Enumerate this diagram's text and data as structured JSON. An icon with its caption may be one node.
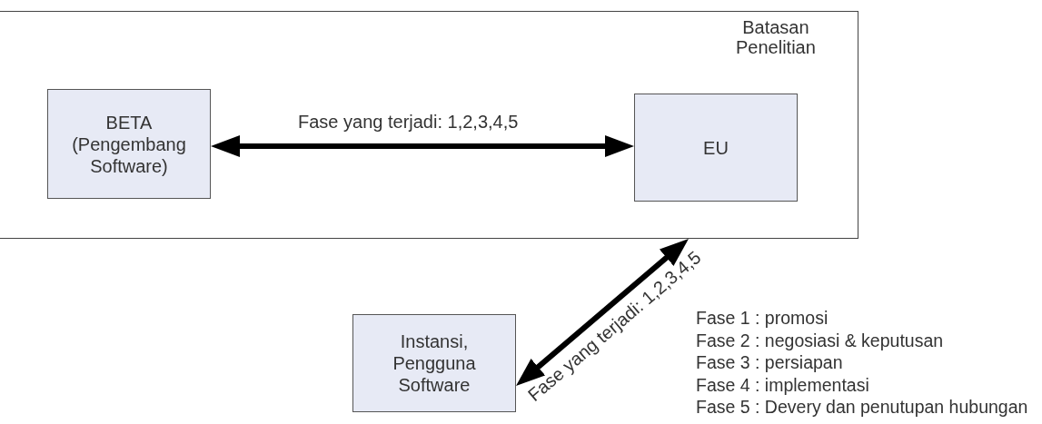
{
  "diagram": {
    "nodes": [
      {
        "text": [
          "Batasan Penelitian"
        ]
      },
      {
        "text": [
          "BETA (Pengembang Software)"
        ],
        "in": 0
      },
      {
        "text": [
          "EU"
        ],
        "in": 0
      },
      {
        "text": [
          "Instansi, Pengguna Software"
        ]
      }
    ],
    "edges": [
      {
        "from": 1,
        "to": 2,
        "arrow": "both",
        "label": "Fase yang terjadi: 1,2,3,4,5"
      },
      {
        "from": 3,
        "to": 0,
        "arrow": "both",
        "label": "Fase yang terjadi: 1,2,3,4,5"
      }
    ],
    "labels": [
      "Fase 1 : promosi",
      "Fase 2 : negosiasi & keputusan",
      "Fase 3 : persiapan",
      "Fase 4 : implementasi",
      "Fase 5 : Devery dan penutupan hubungan"
    ]
  }
}
